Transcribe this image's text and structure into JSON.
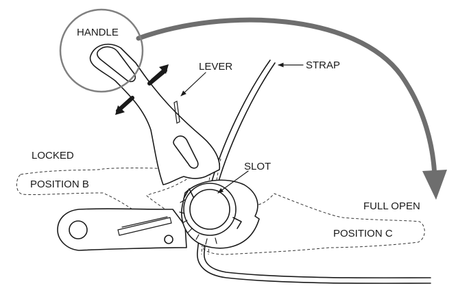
{
  "labels": {
    "handle": "HANDLE",
    "lever": "LEVER",
    "strap": "STRAP",
    "locked": "LOCKED",
    "position_b": "POSITION B",
    "slot": "SLOT",
    "full_open": "FULL OPEN",
    "position_c": "POSITION C"
  },
  "colors": {
    "line": "#1a1a1a",
    "big_arrow": "#6e6e6e",
    "circle": "#808080",
    "dashed": "#333333"
  },
  "icons": {
    "motion_arrows": "double-arrow-icon",
    "big_arrow": "curved-arrow-icon"
  }
}
